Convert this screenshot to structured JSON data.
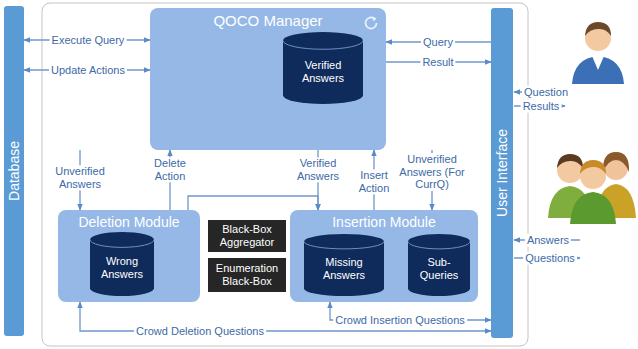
{
  "diagram": {
    "nodes": [
      {
        "text": [
          "Database"
        ]
      },
      {
        "text": [
          "QOCO Manager"
        ]
      },
      {
        "text": [
          "Verified Answers"
        ],
        "in": 1
      },
      {
        "text": [
          "Deletion Module"
        ]
      },
      {
        "text": [
          "Wrong Answers"
        ],
        "in": 3
      },
      {
        "text": [
          "Black-Box Aggregator"
        ]
      },
      {
        "text": [
          "Enumeration Black-Box"
        ]
      },
      {
        "text": [
          "Insertion Module"
        ]
      },
      {
        "text": [
          "Missing Answers"
        ],
        "in": 7
      },
      {
        "text": [
          "Sub-Queries"
        ],
        "in": 7
      },
      {
        "text": [
          "User Interface"
        ]
      }
    ],
    "edges": [
      {
        "from": 0,
        "to": 1,
        "label": "Execute Query",
        "arrow": "both"
      },
      {
        "from": 0,
        "to": 1,
        "label": "Update Actions",
        "arrow": "both"
      },
      {
        "from": 10,
        "to": 1,
        "label": "Query",
        "arrow": "to"
      },
      {
        "from": 1,
        "to": 10,
        "label": "Result",
        "arrow": "to"
      },
      {
        "from": 1,
        "to": 3,
        "label": "Unverified Answers",
        "arrow": "to"
      },
      {
        "from": 3,
        "to": 1,
        "label": "Delete Action",
        "arrow": "to"
      },
      {
        "from": 1,
        "to": 7,
        "label": "Verified Answers",
        "arrow": "to"
      },
      {
        "from": 3,
        "to": 7,
        "arrow": "to"
      },
      {
        "from": 7,
        "to": 1,
        "label": "Insert Action",
        "arrow": "to"
      },
      {
        "from": 1,
        "to": 7,
        "label": "Unverified Answers (For CurrQ)",
        "arrow": "to"
      },
      {
        "from": 3,
        "to": 10,
        "label": "Crowd Deletion Questions",
        "arrow": "both"
      },
      {
        "from": 7,
        "to": 10,
        "label": "Crowd Insertion Questions",
        "arrow": "both"
      }
    ],
    "labels": [
      "Question",
      "Results",
      "Answers",
      "Questions"
    ]
  }
}
